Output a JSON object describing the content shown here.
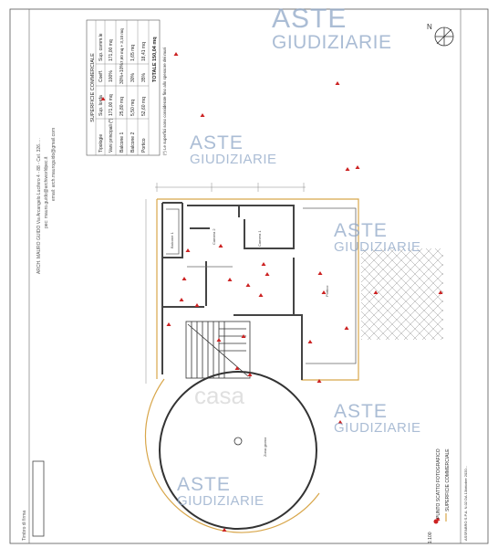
{
  "watermark": {
    "line1": "ASTE",
    "line2": "GIUDIZIARIE"
  },
  "casa_watermark": "casa",
  "table": {
    "title": "SUPERFICIE COMMERCIALE",
    "headers": [
      "Tipologie",
      "Sup. lorda",
      "Coeff.",
      "Sup. comm.le"
    ],
    "rows": [
      [
        "Vani principali (*)",
        "171,00 mq",
        "100%",
        "171,00 mq"
      ],
      [
        "Balcone 1",
        "25,80 mq",
        "30%+10%",
        "7,60 mq + 3,10 mq"
      ],
      [
        "Balcone 2",
        "5,50 mq",
        "30%",
        "1,65 mq"
      ],
      [
        "Portico",
        "52,60 mq",
        "35%",
        "18,41 mq"
      ]
    ],
    "total_label": "TOTALE",
    "total_value": "150,04 mq"
  },
  "note": "(*) Le superfici sono considerate fino allo spessore dei muri",
  "architect": {
    "line1": "ARCH. MAURO GUIDO Via Arcangelo Lucifero 4 - 88 - Cel. 326.....",
    "line2": "pec: mauro.guido@archiworldpec.it",
    "line3": "email: arch.mauroguido@gmail.com"
  },
  "legend": {
    "item1": "PUNTO SCATTO FOTOGRAFICO",
    "item2": "SUPERFICIE COMMERCIALE",
    "scale": "1:100",
    "code": "ASSFABRO S.P.A. N.02 DA 13/ottobre 2020..."
  },
  "north_label": "N",
  "stamp_text": "Timbro di firma",
  "rooms": {
    "room1": "Balcone 1",
    "room2": "Camera 2",
    "room3": "Camera 1",
    "room4": "Portico",
    "room5": "Zona giorno"
  },
  "colors": {
    "wall": "#444444",
    "commercial_outline": "#d8a64a",
    "photo_point": "#cc2222",
    "watermark": "#8fa7c7"
  }
}
